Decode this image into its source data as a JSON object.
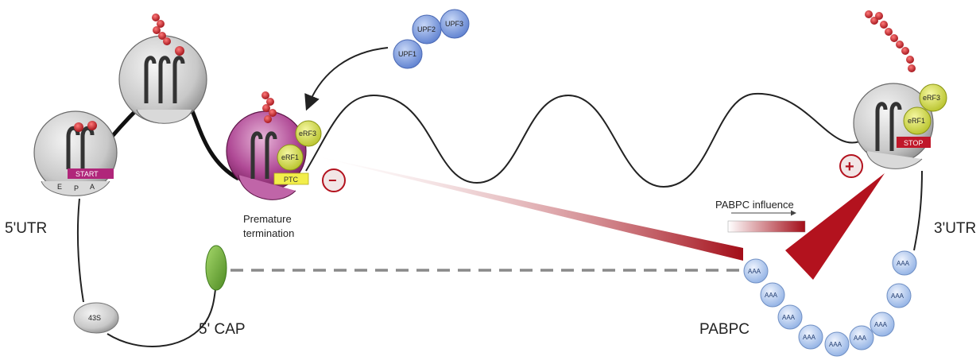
{
  "labels": {
    "utr5": "5'UTR",
    "utr3": "3'UTR",
    "cap": "5' CAP",
    "pabpc": "PABPC",
    "premature_line1": "Premature",
    "premature_line2": "termination",
    "pabpc_influence": "PABPC influence",
    "minus": "−",
    "plus": "+"
  },
  "tags": {
    "start": "START",
    "ptc": "PTC",
    "stop": "STOP"
  },
  "subunits": {
    "small_40s": "43S",
    "e": "E",
    "p": "P",
    "a": "A"
  },
  "factors": {
    "erf3": "eRF3",
    "erf1": "eRF1",
    "upf2": "UPF2",
    "upf3": "UPF3",
    "upf1": "UPF1"
  },
  "poly_a_label": "AAA",
  "colors": {
    "ribosome_gray": "#cfcfcf",
    "ribosome_magenta": "#a0337e",
    "start_tag": "#b0267a",
    "ptc_tag": "#f2ee4a",
    "stop_tag": "#c0182a",
    "release_factor": "#d8e23a",
    "upf": "#7a9be0",
    "pabp_bead": "#b9cdf0",
    "cap": "#6aaa3a",
    "influence_red": "#b3121e"
  }
}
